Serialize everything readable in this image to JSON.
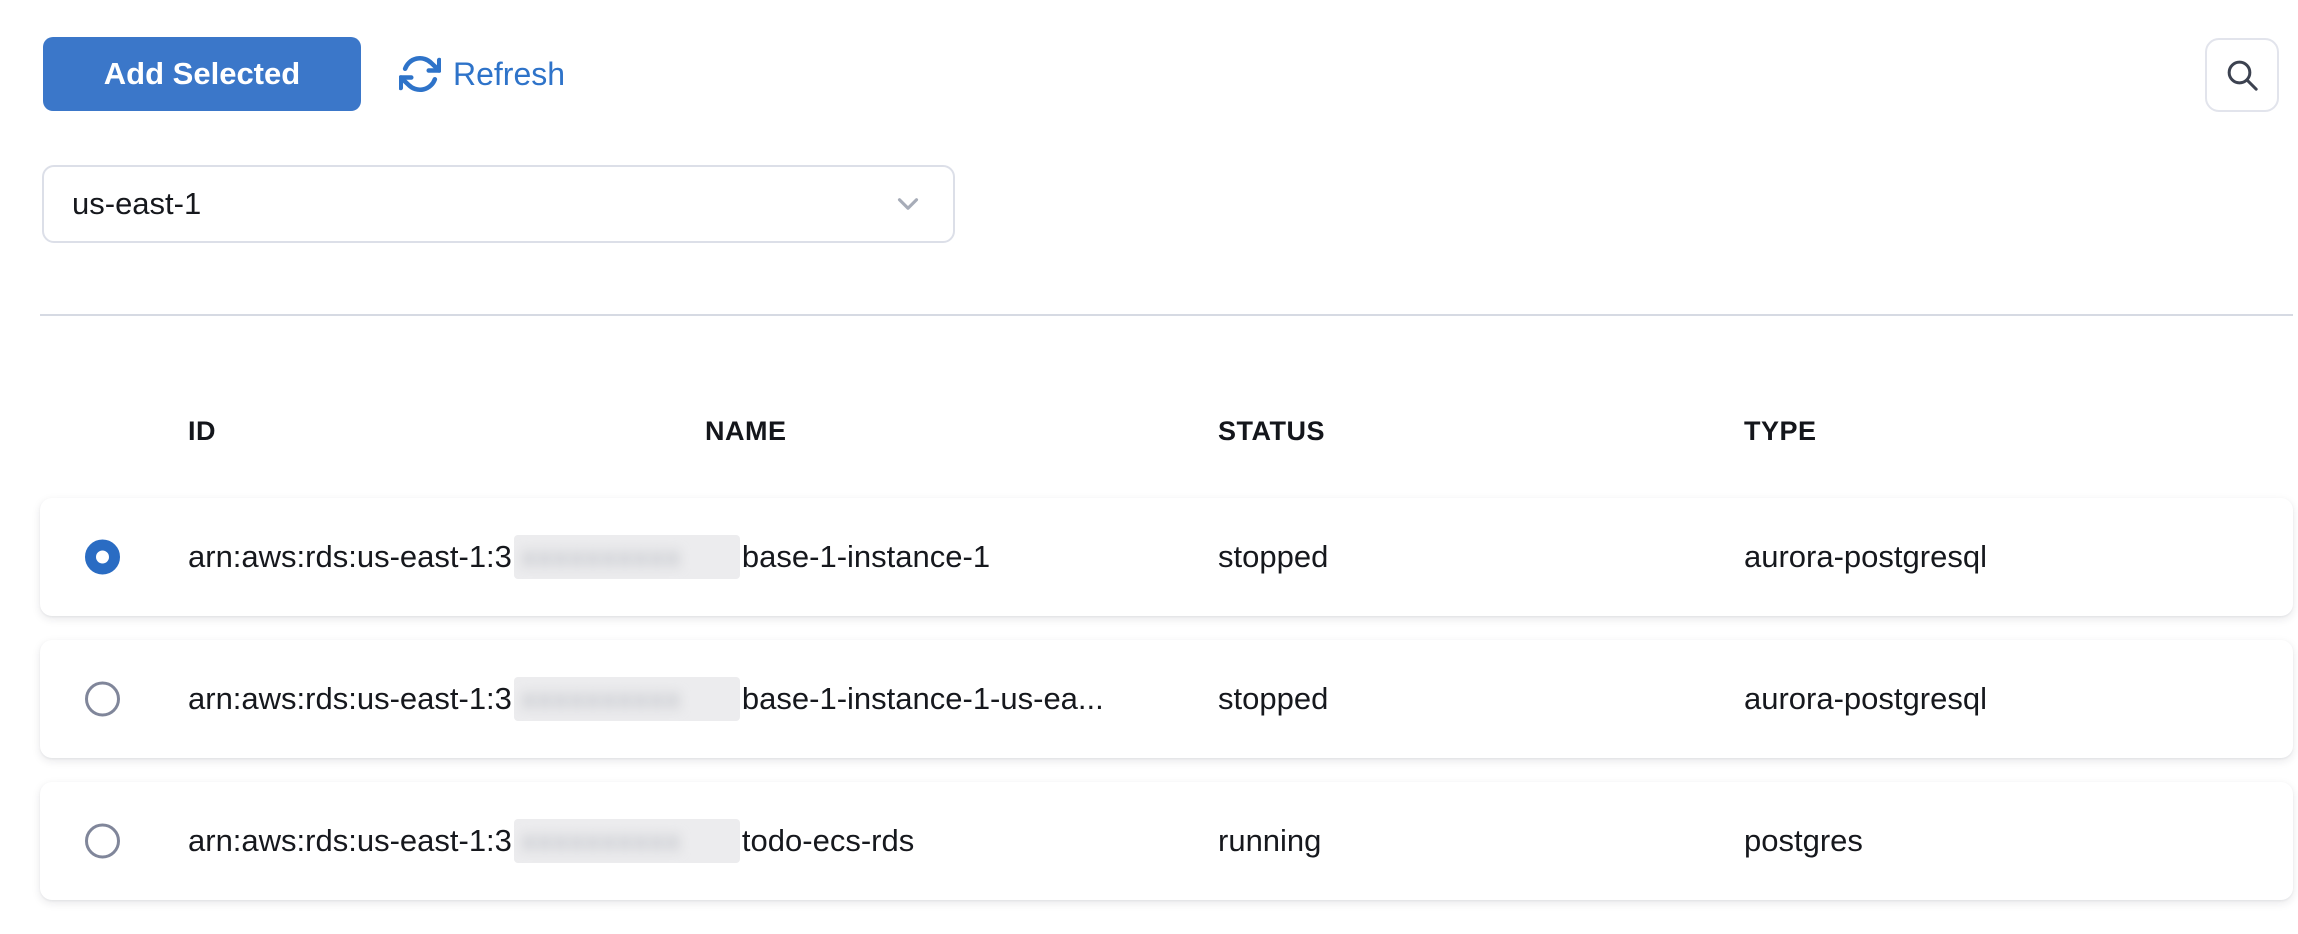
{
  "toolbar": {
    "add_selected_label": "Add Selected",
    "refresh_label": "Refresh"
  },
  "region_select": {
    "value": "us-east-1"
  },
  "table": {
    "columns": [
      "ID",
      "NAME",
      "STATUS",
      "TYPE"
    ],
    "redacted_placeholder": "xxxxxxxxxx",
    "rows": [
      {
        "selected": true,
        "id_prefix": "arn:aws:rds:us-east-1:3",
        "name_suffix": "base-1-instance-1",
        "status": "stopped",
        "type": "aurora-postgresql"
      },
      {
        "selected": false,
        "id_prefix": "arn:aws:rds:us-east-1:3",
        "name_suffix": "base-1-instance-1-us-ea...",
        "status": "stopped",
        "type": "aurora-postgresql"
      },
      {
        "selected": false,
        "id_prefix": "arn:aws:rds:us-east-1:3",
        "name_suffix": "todo-ecs-rds",
        "status": "running",
        "type": "postgres"
      }
    ]
  },
  "colors": {
    "accent_blue": "#3b77c9",
    "link_blue": "#2e73c9",
    "radio_selected": "#2a6cc3",
    "divider": "#d6dae3",
    "text": "#16181d"
  }
}
